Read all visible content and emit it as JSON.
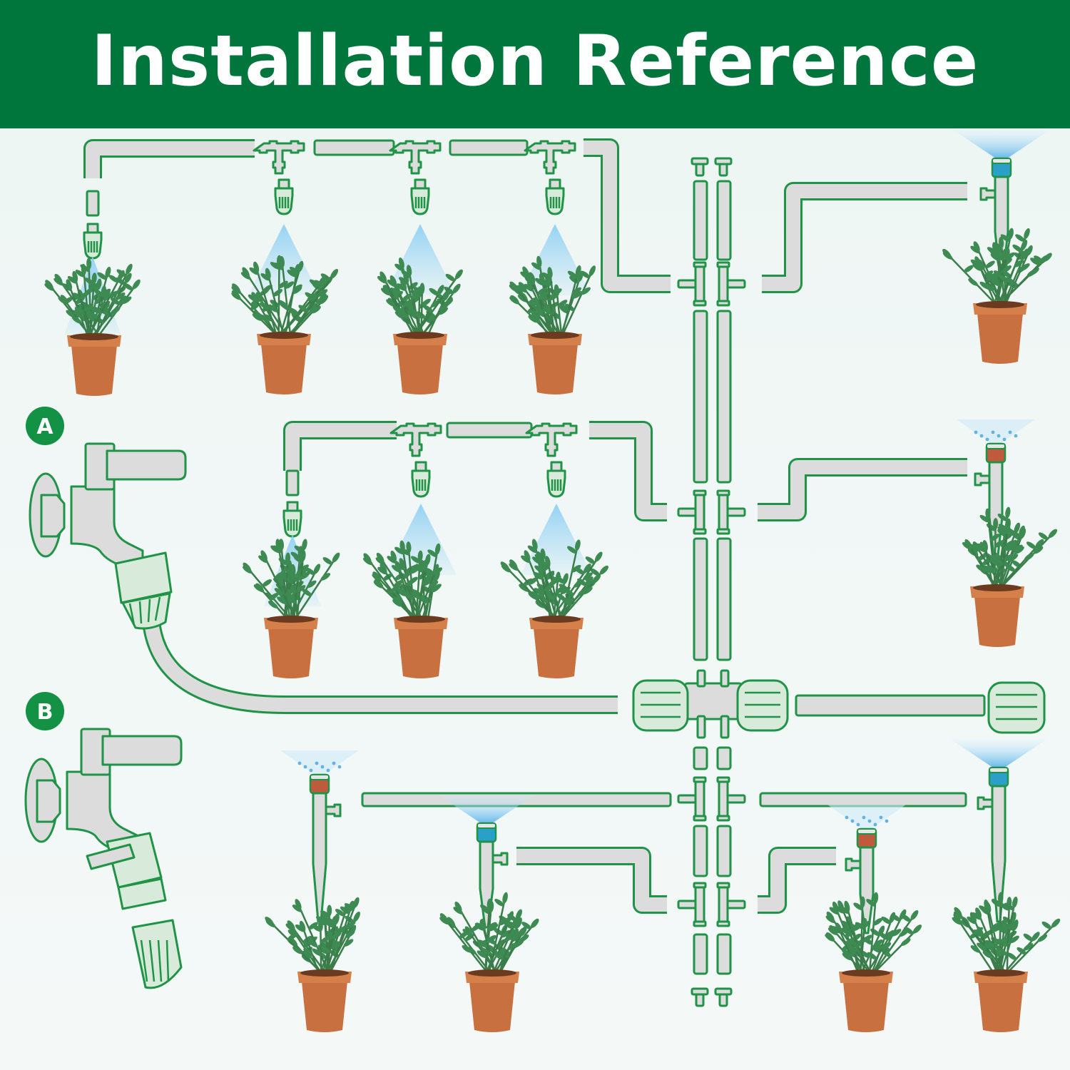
{
  "header": {
    "title": "Installation Reference",
    "background_color": "#00753c",
    "title_color": "#ffffff"
  },
  "diagram": {
    "labels": [
      {
        "id": "A",
        "text": "A",
        "description": "Faucet with threaded hose connector"
      },
      {
        "id": "B",
        "text": "B",
        "description": "Faucet with quick-connect hose adapter"
      }
    ],
    "colors": {
      "outline": "#1f9447",
      "tube_fill": "#dcdcdc",
      "pot": "#c8703f",
      "leaf": "#3d8a52",
      "spray": "#7fc4ef",
      "stake_cap_blue": "#2a9fc8",
      "stake_cap_red": "#c05a3c"
    },
    "rows": [
      {
        "name": "top-row-misters",
        "mister_count": 4,
        "stake_count": 1
      },
      {
        "name": "middle-row-misters",
        "mister_count": 3,
        "stake_count": 1
      },
      {
        "name": "bottom-row-stakes",
        "mister_count": 0,
        "stake_count": 4
      }
    ],
    "components": [
      "faucet",
      "hose-connector",
      "main-tube",
      "four-way-connector",
      "end-plug",
      "tee-connector",
      "mist-nozzle",
      "sprinkler-stake",
      "potted-plant"
    ]
  }
}
